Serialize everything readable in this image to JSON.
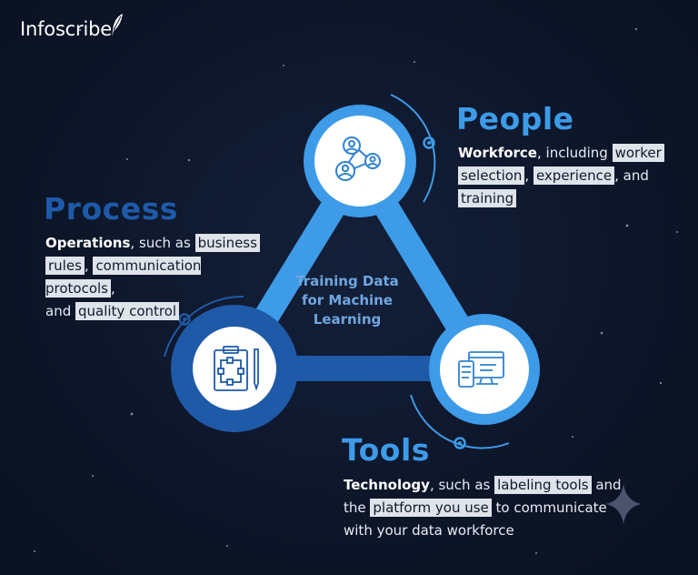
{
  "brand": {
    "name": "Infoscribe",
    "logo_icon": "quill-icon"
  },
  "center": {
    "line1": "Training Data",
    "line2": "for Machine",
    "line3": "Learning"
  },
  "people": {
    "title": "People",
    "icon": "people-network-icon",
    "color": "#3d9be8",
    "bold": "Workforce",
    "t1": ", including ",
    "h1": "worker",
    "h2": "selection",
    "t2": ", ",
    "h3": "experience",
    "t3": ", and",
    "h4": "training"
  },
  "process": {
    "title": "Process",
    "icon": "clipboard-pen-icon",
    "color": "#1e5aa8",
    "bold": "Operations",
    "t1": ", such as ",
    "h1": "business",
    "h2": "rules",
    "t2": ", ",
    "h3": "communication protocols",
    "t3": ",",
    "t4": "and ",
    "h4": "quality control"
  },
  "tools": {
    "title": "Tools",
    "icon": "devices-icon",
    "color": "#3d9be8",
    "bold": "Technology",
    "t1": ", such as ",
    "h1": "labeling tools",
    "t2": " and",
    "t3": "the ",
    "h2": "platform you use",
    "t4": " to communicate",
    "t5": "with your data workforce"
  },
  "colors": {
    "background": "#0d1528",
    "ring_light": "#3d9be8",
    "ring_dark": "#1e5aa8",
    "highlight": "#dfe3ea"
  }
}
